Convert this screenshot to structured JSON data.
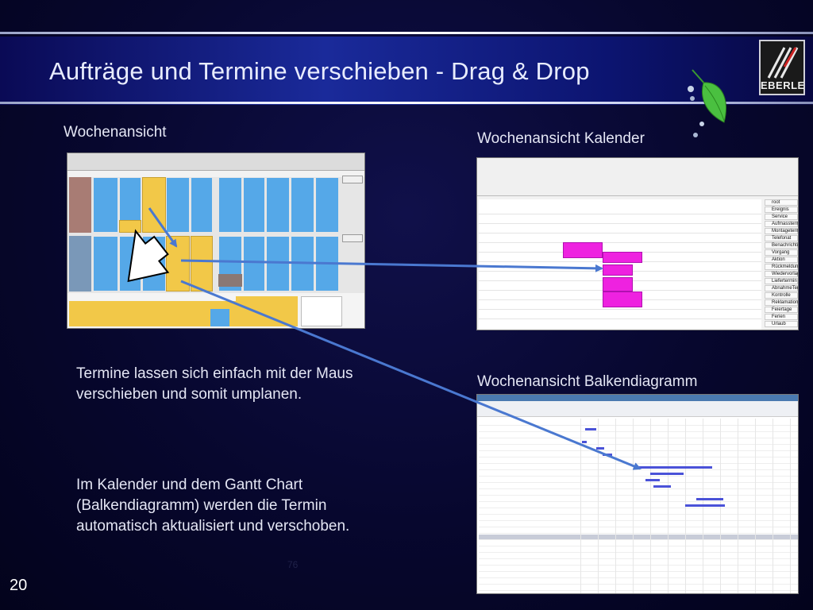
{
  "slide": {
    "title": "Aufträge und Termine verschieben - Drag & Drop",
    "page_number": "20",
    "small_number": "76",
    "logo_text": "EBERLE"
  },
  "labels": {
    "week_view": "Wochenansicht",
    "calendar_view": "Wochenansicht Kalender",
    "gantt_view": "Wochenansicht Balkendiagramm"
  },
  "text": {
    "paragraph1": "Termine lassen sich einfach mit der Maus verschieben und somit umplanen.",
    "paragraph2": "Im Kalender und dem Gantt Chart (Balkendiagramm) werden die Termin automatisch aktualisiert und verschoben."
  },
  "calendar_legend": [
    "root",
    "Ereignis",
    "Service",
    "Aufmassterm",
    "Montagetermi",
    "Telefonat",
    "Benachrichtigu",
    "Vorgang",
    "Aktion",
    "Rückmeldung",
    "Wiedervorlage",
    "Liefertermin",
    "AbnahmeTerr",
    "Kontrolle",
    "Reklamation",
    "Feiertage",
    "Ferien",
    "Urlaub"
  ],
  "colors": {
    "accent": "#1a2a9a",
    "appointment_blue": "#55a8e8",
    "appointment_yellow": "#f2c848",
    "calendar_magenta": "#ee22e0",
    "arrow": "#4a78d0"
  },
  "icons": {
    "logo": "eberle-logo-icon",
    "leaf": "leaf-icon",
    "cursor": "mouse-pointer-icon"
  }
}
